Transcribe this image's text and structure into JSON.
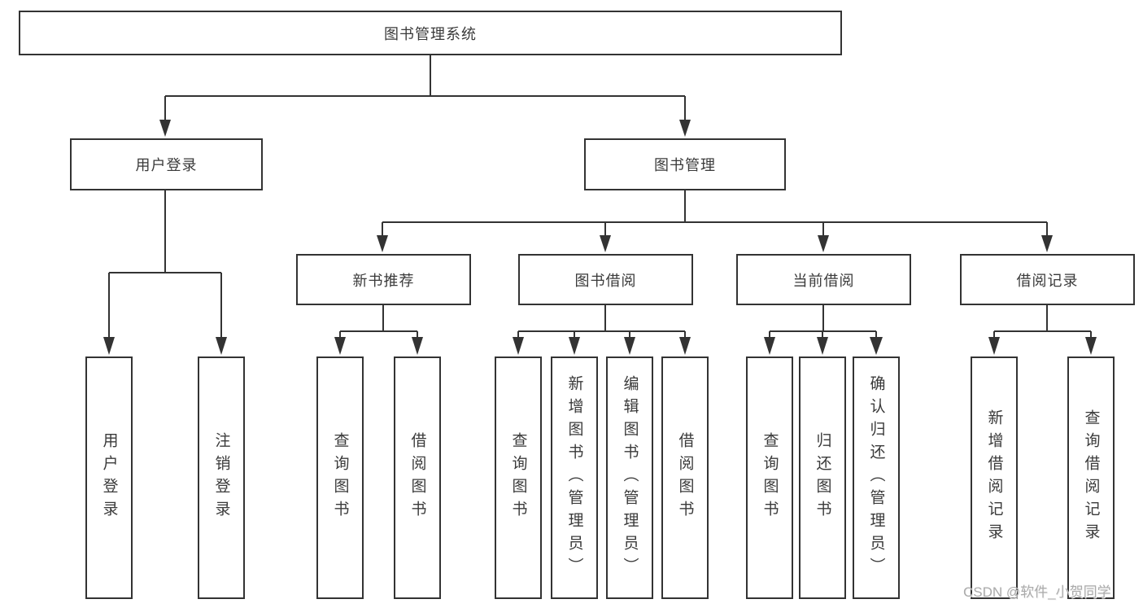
{
  "tree": {
    "label": "图书管理系统",
    "children": [
      {
        "label": "用户登录",
        "children": [
          {
            "label": "用户登录"
          },
          {
            "label": "注销登录"
          }
        ]
      },
      {
        "label": "图书管理",
        "children": [
          {
            "label": "新书推荐",
            "children": [
              {
                "label": "查询图书"
              },
              {
                "label": "借阅图书"
              }
            ]
          },
          {
            "label": "图书借阅",
            "children": [
              {
                "label": "查询图书"
              },
              {
                "label": "新增图书（管理员）"
              },
              {
                "label": "编辑图书（管理员）"
              },
              {
                "label": "借阅图书"
              }
            ]
          },
          {
            "label": "当前借阅",
            "children": [
              {
                "label": "查询图书"
              },
              {
                "label": "归还图书"
              },
              {
                "label": "确认归还（管理员）"
              }
            ]
          },
          {
            "label": "借阅记录",
            "children": [
              {
                "label": "新增借阅记录"
              },
              {
                "label": "查询借阅记录"
              }
            ]
          }
        ]
      }
    ]
  },
  "watermark": {
    "text": "CSDN @软件_小贺同学"
  },
  "colors": {
    "line": "#333333",
    "text": "#3a3a3a",
    "watermark": "#ababab",
    "background": "#ffffff"
  }
}
